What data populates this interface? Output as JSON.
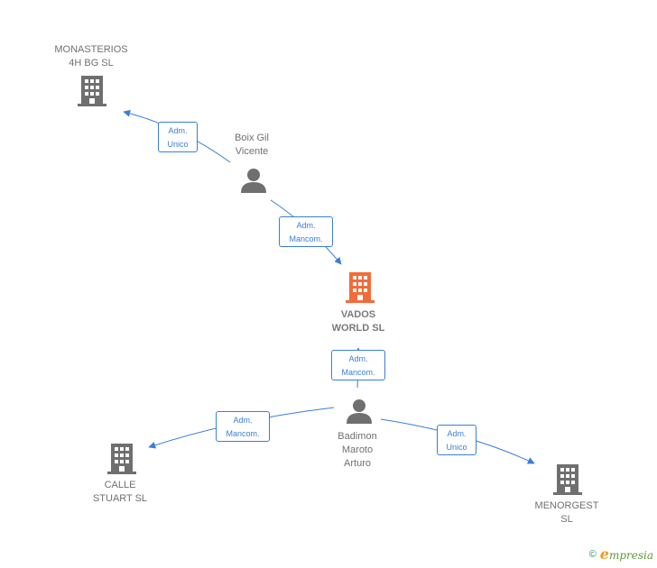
{
  "nodes": {
    "monasterios": {
      "label": "MONASTERIOS\n4H BG  SL",
      "type": "company"
    },
    "boix": {
      "label": "Boix Gil\nVicente",
      "type": "person"
    },
    "vados": {
      "label": "VADOS\nWORLD  SL",
      "type": "company-main"
    },
    "badimon": {
      "label": "Badimon\nMaroto\nArturo",
      "type": "person"
    },
    "calle": {
      "label": "CALLE\nSTUART  SL",
      "type": "company"
    },
    "menorgest": {
      "label": "MENORGEST\nSL",
      "type": "company"
    }
  },
  "relations": {
    "r1": "Adm.\nUnico",
    "r2": "Adm.\nMancom.",
    "r3": "Adm.\nMancom.",
    "r4": "Adm.\nMancom.",
    "r5": "Adm.\nUnico"
  },
  "colors": {
    "edge": "#3a7fd5",
    "company": "#6f6f6f",
    "main_company": "#f26b3a",
    "person": "#6f6f6f"
  },
  "footer": {
    "copyright_symbol": "©",
    "brand_initial": "e",
    "brand_rest": "mpresia"
  }
}
